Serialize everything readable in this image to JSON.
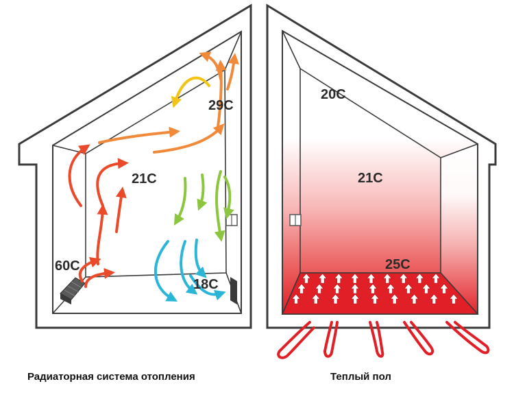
{
  "radiator_room": {
    "caption": "Радиаторная система отопления",
    "temps": {
      "top": "29C",
      "middle": "21C",
      "radiator": "60C",
      "floor": "18C"
    }
  },
  "floor_room": {
    "caption": "Теплый пол",
    "temps": {
      "top": "20C",
      "middle": "21C",
      "floor": "25C"
    }
  },
  "colors": {
    "outline": "#3a3a3a",
    "hot": "#e21b23",
    "warm": "#f08a3a",
    "yellow": "#f2c418",
    "green": "#8cc63f",
    "cool": "#2bb5d6",
    "radiator": "#555555"
  }
}
